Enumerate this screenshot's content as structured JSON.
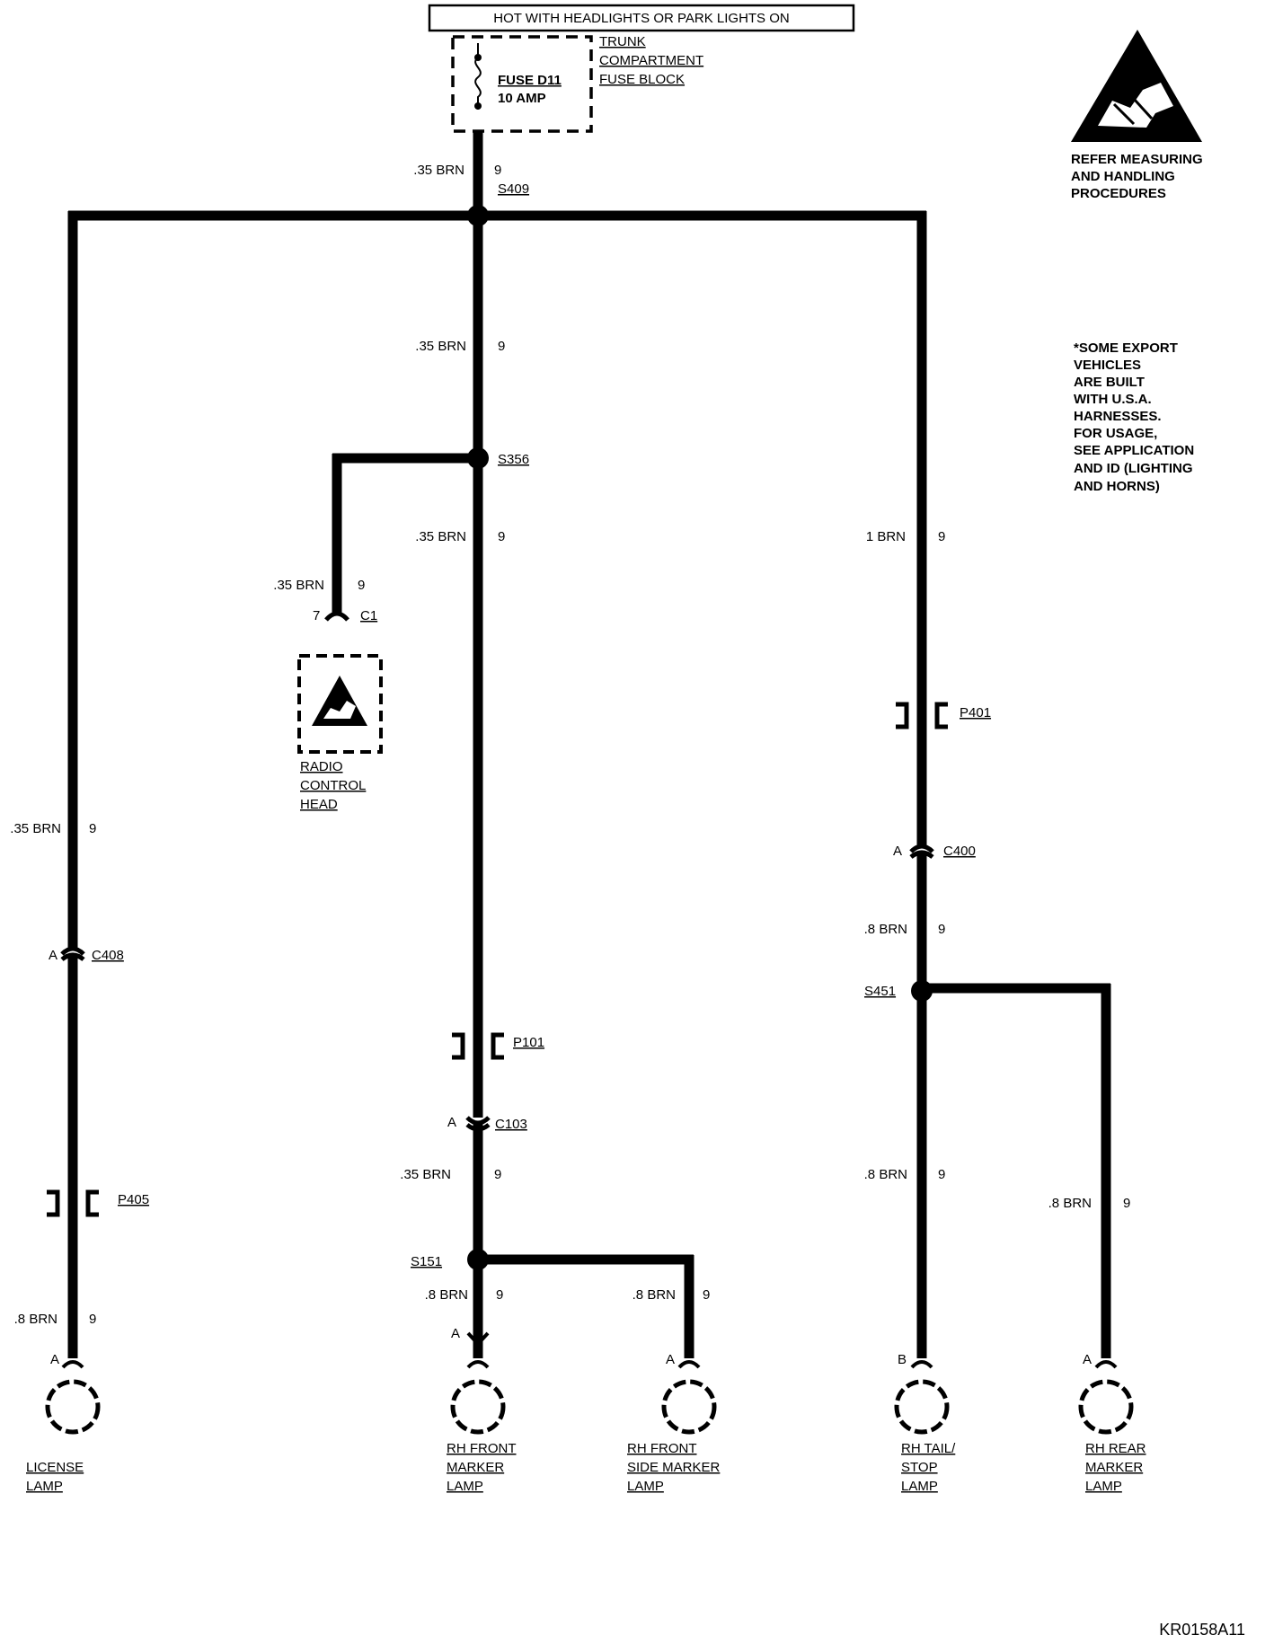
{
  "header": "HOT WITH HEADLIGHTS OR PARK LIGHTS ON",
  "fuse": {
    "name": "FUSE D11",
    "rating": "10 AMP",
    "block_label": [
      "TRUNK",
      "COMPARTMENT",
      "FUSE BLOCK"
    ]
  },
  "esd_notice": [
    "REFER MEASURING",
    "AND HANDLING",
    "PROCEDURES"
  ],
  "export_note": [
    "*SOME EXPORT",
    "VEHICLES",
    "ARE BUILT",
    "WITH U.S.A.",
    "HARNESSES.",
    "FOR USAGE,",
    "SEE APPLICATION",
    "AND ID (LIGHTING",
    "AND HORNS)"
  ],
  "splices": {
    "s409": "S409",
    "s356": "S356",
    "s451": "S451",
    "s151": "S151"
  },
  "connectors": {
    "c1": "C1",
    "c1_pin": "7",
    "c408": "C408",
    "c408_pin": "A",
    "c400": "C400",
    "c400_pin": "A",
    "c103": "C103",
    "c103_pin": "A",
    "p405": "P405",
    "p401": "P401",
    "p101": "P101"
  },
  "wires": {
    "fuse_out": ".35 BRN",
    "fuse_out_circuit": "9",
    "trunk_upper": ".35 BRN",
    "trunk_upper_circuit": "9",
    "trunk_mid": ".35 BRN",
    "trunk_mid_circuit": "9",
    "radio": ".35 BRN",
    "radio_circuit": "9",
    "right_upper": "1 BRN",
    "right_upper_circuit": "9",
    "left_upper": ".35 BRN",
    "left_upper_circuit": "9",
    "right_mid": ".8 BRN",
    "right_mid_circuit": "9",
    "center_lower": ".35 BRN",
    "center_lower_circuit": "9",
    "tail": ".8 BRN",
    "tail_circuit": "9",
    "rear_marker": ".8 BRN",
    "rear_marker_circuit": "9",
    "left_lower": ".8 BRN",
    "left_lower_circuit": "9",
    "front_marker": ".8 BRN",
    "front_marker_circuit": "9",
    "side_marker": ".8 BRN",
    "side_marker_circuit": "9"
  },
  "radio": {
    "label": [
      "RADIO",
      "CONTROL",
      "HEAD"
    ]
  },
  "lamps": {
    "license": {
      "pin": "A",
      "label": [
        "LICENSE",
        "LAMP"
      ]
    },
    "front_marker": {
      "pin": "A",
      "label": [
        "RH FRONT",
        "MARKER",
        "LAMP"
      ]
    },
    "side_marker": {
      "pin": "A",
      "label": [
        "RH FRONT",
        "SIDE MARKER",
        "LAMP"
      ]
    },
    "tail_stop": {
      "pin": "B",
      "label": [
        "RH TAIL/",
        "STOP",
        "LAMP"
      ]
    },
    "rear_marker": {
      "pin": "A",
      "label": [
        "RH REAR",
        "MARKER",
        "LAMP"
      ]
    }
  },
  "figure_id": "KR0158A11"
}
